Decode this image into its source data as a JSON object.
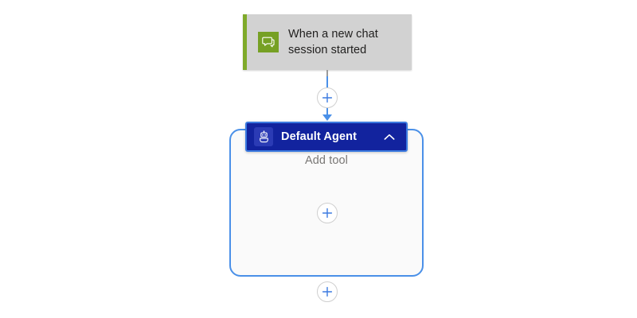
{
  "canvas": {
    "background_color": "#ffffff"
  },
  "trigger": {
    "title": "When a new chat session started",
    "icon": "chat-bubble-icon",
    "icon_bg_color": "#76a024",
    "accent_color": "#7faa2a",
    "card_bg_color": "#d2d2d2",
    "text_color": "#201f1e"
  },
  "connectors": {
    "line_color": "#4a90e8",
    "stub_color": "#9b9b9b"
  },
  "add_buttons": {
    "top": {
      "label": "+",
      "name": "add-step-top"
    },
    "tool": {
      "label": "+",
      "name": "add-tool-button"
    },
    "bottom": {
      "label": "+",
      "name": "add-step-bottom"
    }
  },
  "agent": {
    "title": "Default Agent",
    "icon": "robot-icon",
    "header_bg_color": "#12239e",
    "header_border_color": "#3b7ae0",
    "icon_bg_color": "#2b3bb5",
    "title_color": "#ffffff",
    "collapse_icon": "chevron-up-icon",
    "group_border_color": "#4a90e8",
    "group_bg_color": "#fafafa",
    "body": {
      "add_tool_label": "Add tool",
      "add_tool_label_color": "#797775"
    }
  }
}
